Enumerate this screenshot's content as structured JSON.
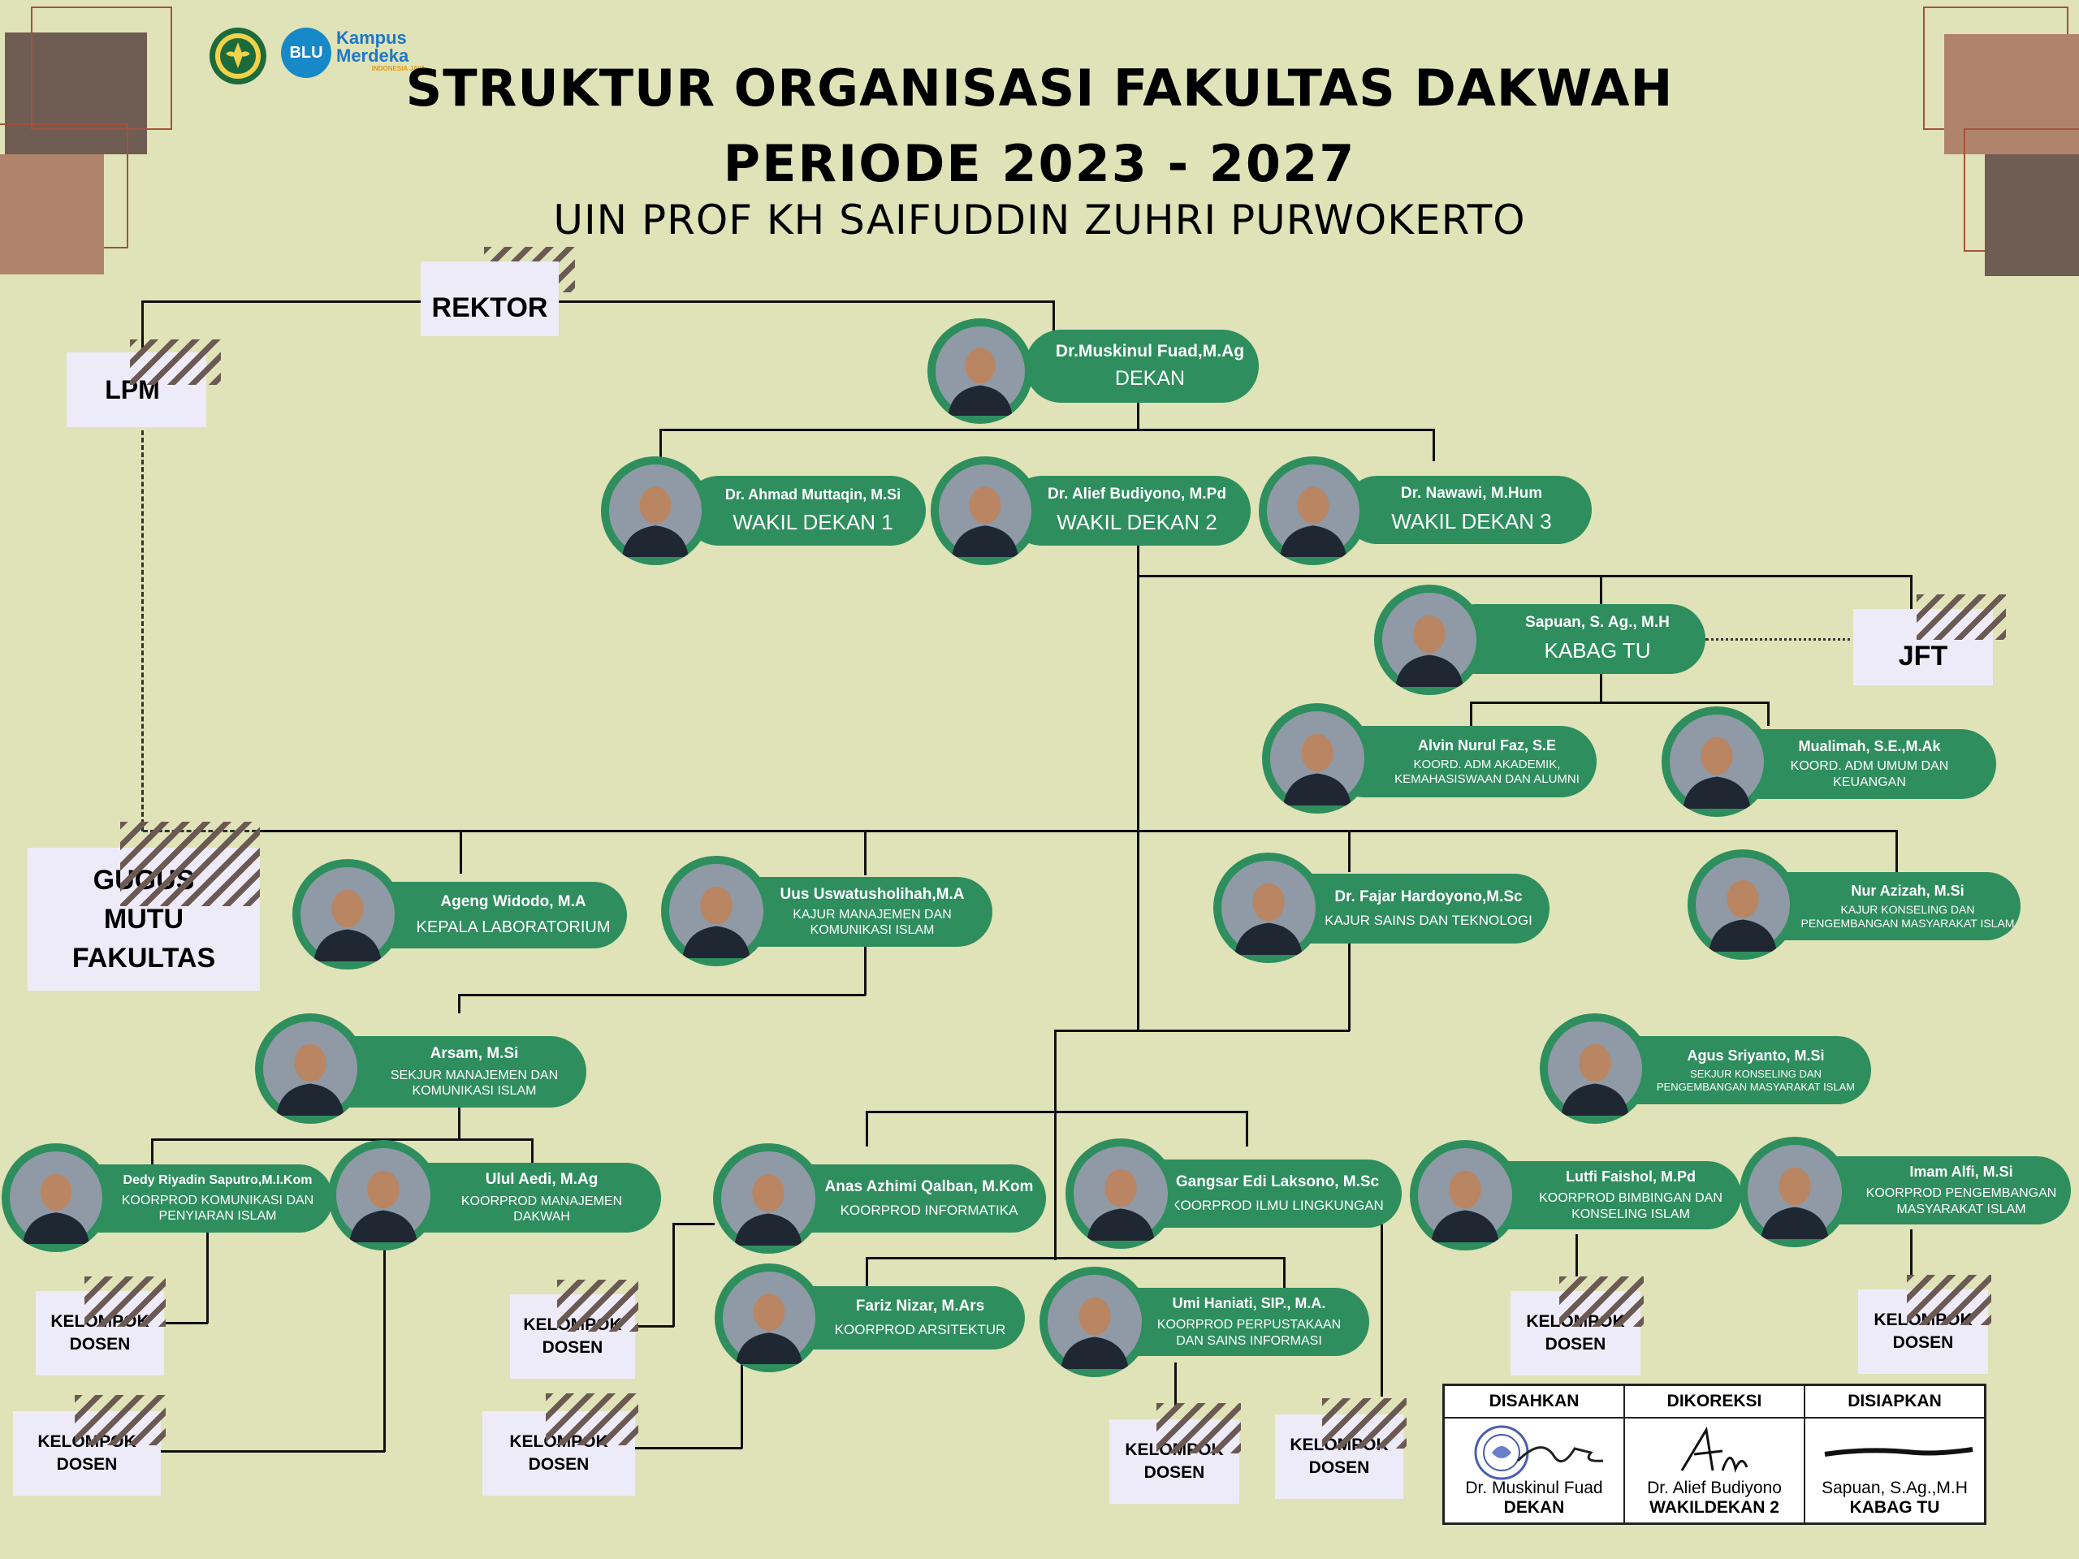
{
  "header": {
    "title_line1": "STRUKTUR ORGANISASI FAKULTAS DAKWAH",
    "title_line2": "PERIODE 2023 - 2027",
    "subtitle": "UIN PROF KH SAIFUDDIN ZUHRI PURWOKERTO",
    "logo_blu": "BLU",
    "logo_kampus": "Kampus Merdeka",
    "logo_kampus_tag": "INDONESIA JAYA"
  },
  "colors": {
    "background": "#dfe3b7",
    "pill_green": "#2e8e5e",
    "label_box": "#eeebf9",
    "stripe": "#6b5a54",
    "deco_dark": "#6f5c53",
    "deco_light": "#b0846b"
  },
  "boxes": {
    "rektor": "REKTOR",
    "lpm": "LPM",
    "jft": "JFT",
    "gugus": "GUGUS\nMUTU\nFAKULTAS",
    "kelompok_dosen": "KELOMPOK\nDOSEN"
  },
  "people": {
    "dekan": {
      "name": "Dr.Muskinul Fuad,M.Ag",
      "role": "DEKAN"
    },
    "wd1": {
      "name": "Dr. Ahmad Muttaqin, M.Si",
      "role": "WAKIL DEKAN 1"
    },
    "wd2": {
      "name": "Dr. Alief Budiyono, M.Pd",
      "role": "WAKIL DEKAN 2"
    },
    "wd3": {
      "name": "Dr. Nawawi, M.Hum",
      "role": "WAKIL DEKAN 3"
    },
    "kabag": {
      "name": "Sapuan, S. Ag., M.H",
      "role": "KABAG TU"
    },
    "alvin": {
      "name": "Alvin Nurul Faz, S.E",
      "role": "KOORD. ADM AKADEMIK,\nKEMAHASISWAAN DAN ALUMNI"
    },
    "mualimah": {
      "name": "Mualimah, S.E.,M.Ak",
      "role": "KOORD. ADM UMUM DAN\nKEUANGAN"
    },
    "ageng": {
      "name": "Ageng Widodo, M.A",
      "role": "KEPALA LABORATORIUM"
    },
    "uus": {
      "name": "Uus Uswatusholihah,M.A",
      "role": "KAJUR MANAJEMEN DAN\nKOMUNIKASI ISLAM"
    },
    "fajar": {
      "name": "Dr. Fajar Hardoyono,M.Sc",
      "role": "KAJUR SAINS DAN TEKNOLOGI"
    },
    "nur": {
      "name": "Nur Azizah, M.Si",
      "role": "KAJUR  KONSELING DAN\nPENGEMBANGAN MASYARAKAT ISLAM"
    },
    "arsam": {
      "name": "Arsam, M.Si",
      "role": "SEKJUR MANAJEMEN DAN\nKOMUNIKASI ISLAM"
    },
    "agus": {
      "name": "Agus Sriyanto, M.Si",
      "role": "SEKJUR KONSELING DAN\nPENGEMBANGAN MASYARAKAT ISLAM"
    },
    "dedy": {
      "name": "Dedy Riyadin Saputro,M.I.Kom",
      "role": "KOORPROD KOMUNIKASI DAN\nPENYIARAN ISLAM"
    },
    "ulul": {
      "name": "Ulul Aedi, M.Ag",
      "role": "KOORPROD MANAJEMEN\nDAKWAH"
    },
    "anas": {
      "name": "Anas Azhimi  Qalban, M.Kom",
      "role": "KOORPROD INFORMATIKA"
    },
    "gangsar": {
      "name": "Gangsar Edi Laksono, M.Sc",
      "role": "KOORPROD ILMU LINGKUNGAN"
    },
    "fariz": {
      "name": "Fariz Nizar, M.Ars",
      "role": "KOORPROD ARSITEKTUR"
    },
    "umi": {
      "name": "Umi Haniati, SIP., M.A.",
      "role": "KOORPROD PERPUSTAKAAN\nDAN SAINS INFORMASI"
    },
    "lutfi": {
      "name": "Lutfi Faishol, M.Pd",
      "role": "KOORPROD BIMBINGAN DAN\nKONSELING ISLAM"
    },
    "imam": {
      "name": "Imam Alfi, M.Si",
      "role": "KOORPROD PENGEMBANGAN\nMASYARAKAT ISLAM"
    }
  },
  "signature_table": {
    "headers": [
      "DISAHKAN",
      "DIKOREKSI",
      "DISIAPKAN"
    ],
    "names": [
      "Dr. Muskinul Fuad",
      "Dr. Alief Budiyono",
      "Sapuan, S.Ag.,M.H"
    ],
    "roles": [
      "DEKAN",
      "WAKILDEKAN 2",
      "KABAG TU"
    ]
  }
}
